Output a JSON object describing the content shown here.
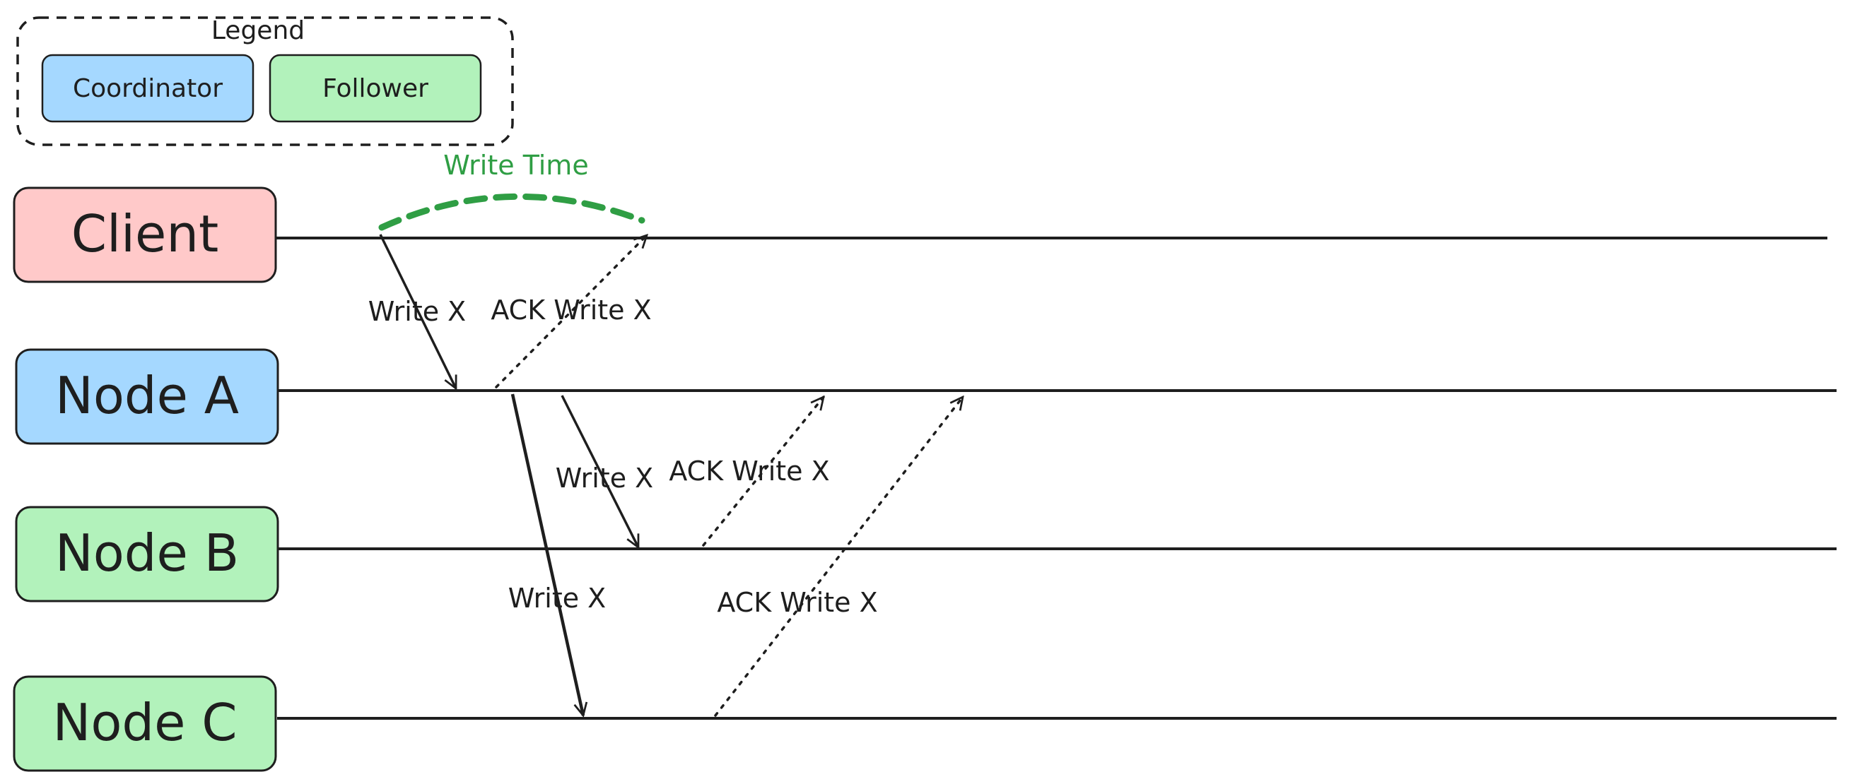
{
  "legend": {
    "title": "Legend",
    "items": [
      {
        "label": "Coordinator",
        "color": "#a5d8ff"
      },
      {
        "label": "Follower",
        "color": "#b2f2bb"
      }
    ]
  },
  "lanes": [
    {
      "label": "Client",
      "color": "#ffc9c9"
    },
    {
      "label": "Node A",
      "color": "#a5d8ff"
    },
    {
      "label": "Node B",
      "color": "#b2f2bb"
    },
    {
      "label": "Node C",
      "color": "#b2f2bb"
    }
  ],
  "messages": {
    "client_to_a": "Write X",
    "a_ack_client": "ACK Write X",
    "a_to_b": "Write X",
    "b_ack_a": "ACK Write X",
    "a_to_c": "Write X",
    "c_ack_a": "ACK Write X"
  },
  "write_time": {
    "label": "Write Time",
    "color": "#2f9e44"
  },
  "colors": {
    "stroke": "#1e1e1e",
    "background": "#ffffff"
  }
}
